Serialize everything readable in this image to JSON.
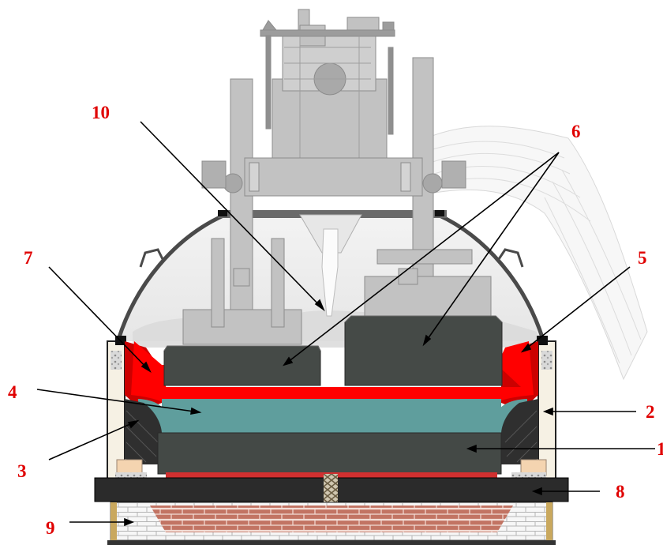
{
  "labels": {
    "l1": "1",
    "l2": "2",
    "l3": "3",
    "l4": "4",
    "l5": "5",
    "l6": "6",
    "l7": "7",
    "l8": "8",
    "l9": "9",
    "l10": "10"
  },
  "colors": {
    "molten_red": "#ff0000",
    "dark_red": "#cc0000",
    "electrolyte_teal": "#5e9e9e",
    "carbon_block": "#444946",
    "steel_beam": "#2b2b2b",
    "brick_red": "#c0705f",
    "brick_white": "#f4f4f4",
    "insulation_cream": "#f8f1dc",
    "crane_grey": "#bdbdbd",
    "label_red": "#e00000"
  }
}
